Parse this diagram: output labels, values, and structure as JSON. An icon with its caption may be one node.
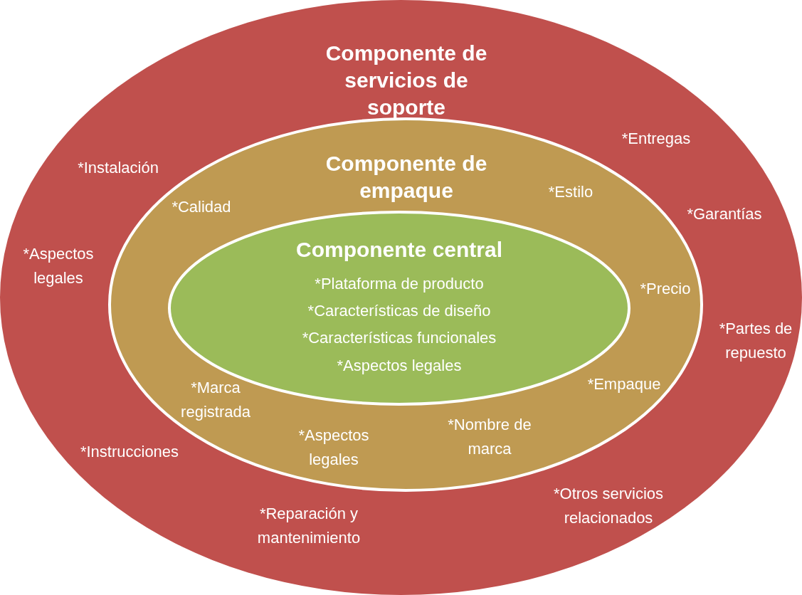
{
  "diagram": {
    "nodes": [
      {
        "text": [
          "Componente de servicios de soporte",
          "*Entregas",
          "*Instalación",
          "*Garantías",
          "*Aspectos legales",
          "*Partes de repuesto",
          "*Instrucciones",
          "*Otros servicios relacionados",
          "*Reparación y mantenimiento"
        ]
      },
      {
        "text": [
          "Componente de empaque",
          "*Estilo",
          "*Calidad",
          "*Precio",
          "*Empaque",
          "*Marca registrada",
          "*Nombre de marca",
          "*Aspectos legales"
        ],
        "in": 0
      },
      {
        "text": [
          "Componente central",
          "*Plataforma de producto",
          "*Características de diseño",
          "*Características funcionales",
          "*Aspectos legales"
        ],
        "in": 1
      }
    ]
  }
}
